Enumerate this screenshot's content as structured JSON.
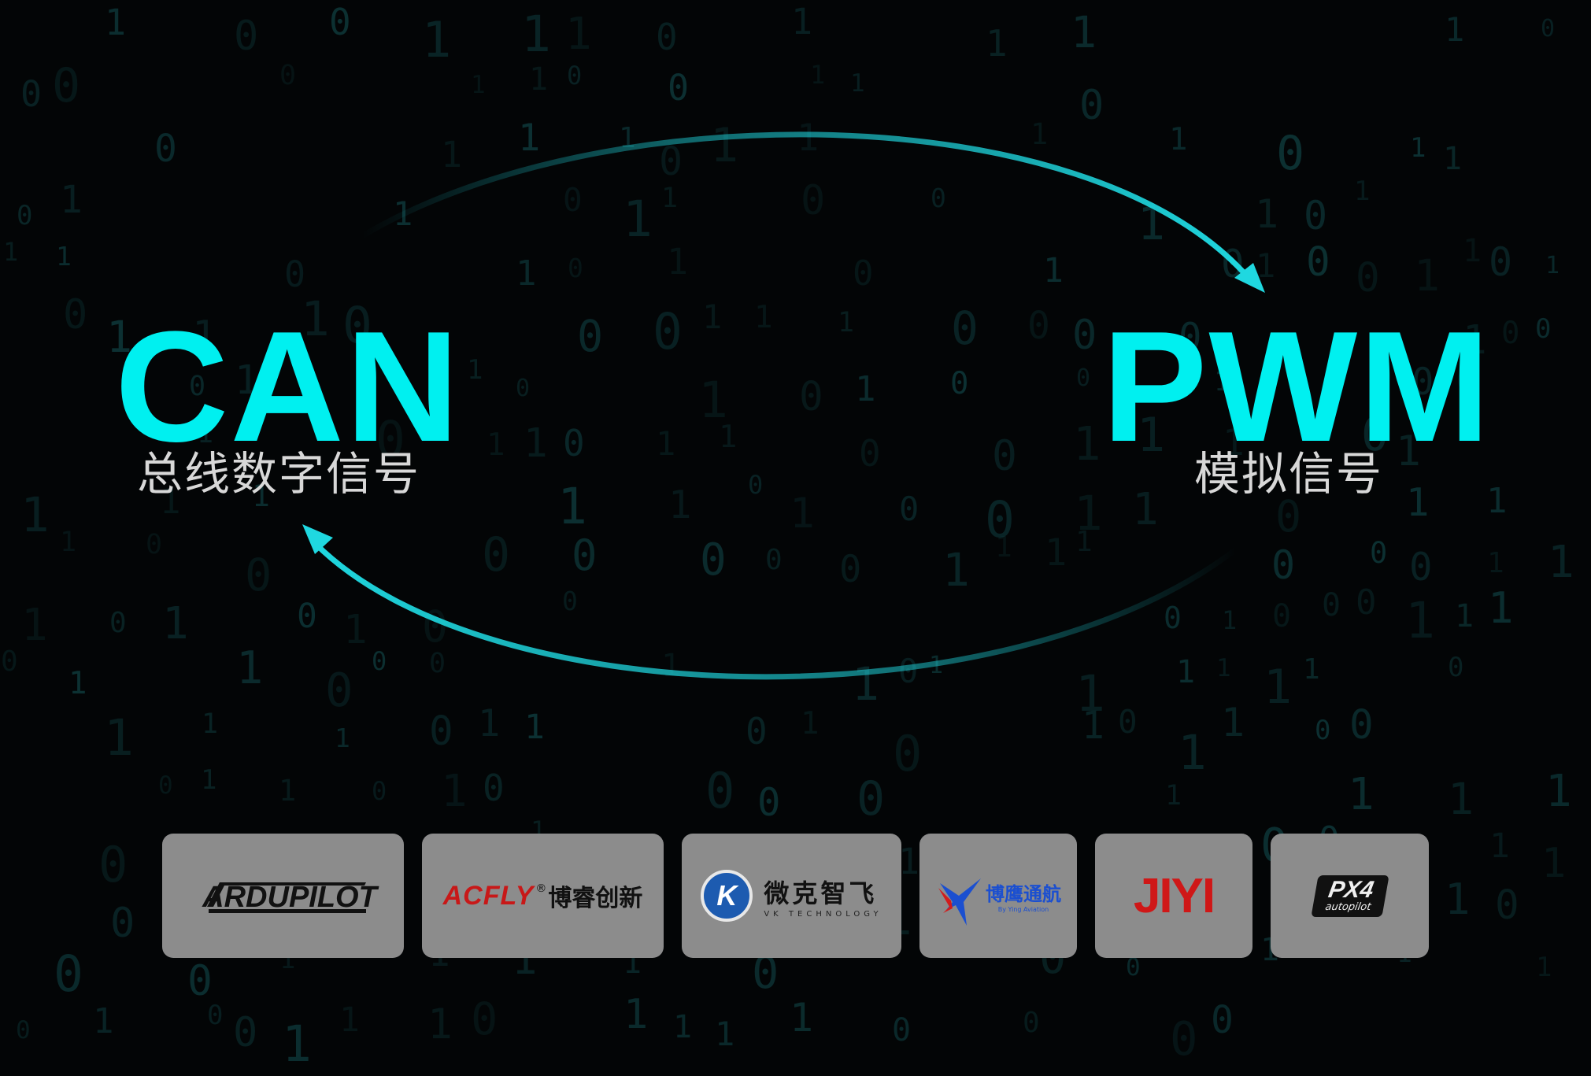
{
  "diagram": {
    "left_node": {
      "title": "CAN",
      "subtitle": "总线数字信号"
    },
    "right_node": {
      "title": "PWM",
      "subtitle": "模拟信号"
    },
    "arrow_color": "#1fd8e0",
    "accent_color": "#00f0f0"
  },
  "logos": [
    {
      "name": "ardupilot",
      "text": "ARDUPILOT"
    },
    {
      "name": "acfly",
      "text_en": "ACFLY",
      "text_cn": "博睿创新",
      "en_color": "#d11a1a"
    },
    {
      "name": "vk",
      "text_cn": "微克智飞",
      "text_en": "VK TECHNOLOGY",
      "badge": "K"
    },
    {
      "name": "boying",
      "text_cn": "博鹰通航",
      "text_en": "By Ying Aviation"
    },
    {
      "name": "jiyi",
      "text": "JIYI",
      "color": "#d11a1a"
    },
    {
      "name": "px4",
      "text": "PX4",
      "sub": "autopilot"
    }
  ]
}
